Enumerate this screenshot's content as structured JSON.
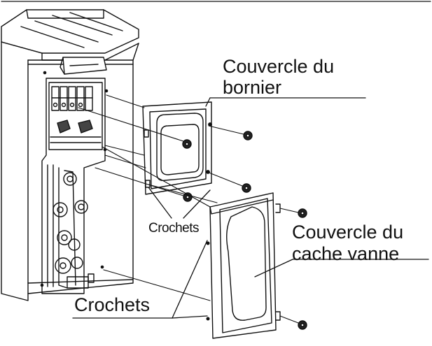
{
  "labels": {
    "terminal_cover_line1": "Couvercle du",
    "terminal_cover_line2": "bornier",
    "valve_cover_line1": "Couvercle du",
    "valve_cover_line2": "cache vanne",
    "hooks_upper": "Crochets",
    "hooks_lower": "Crochets"
  }
}
